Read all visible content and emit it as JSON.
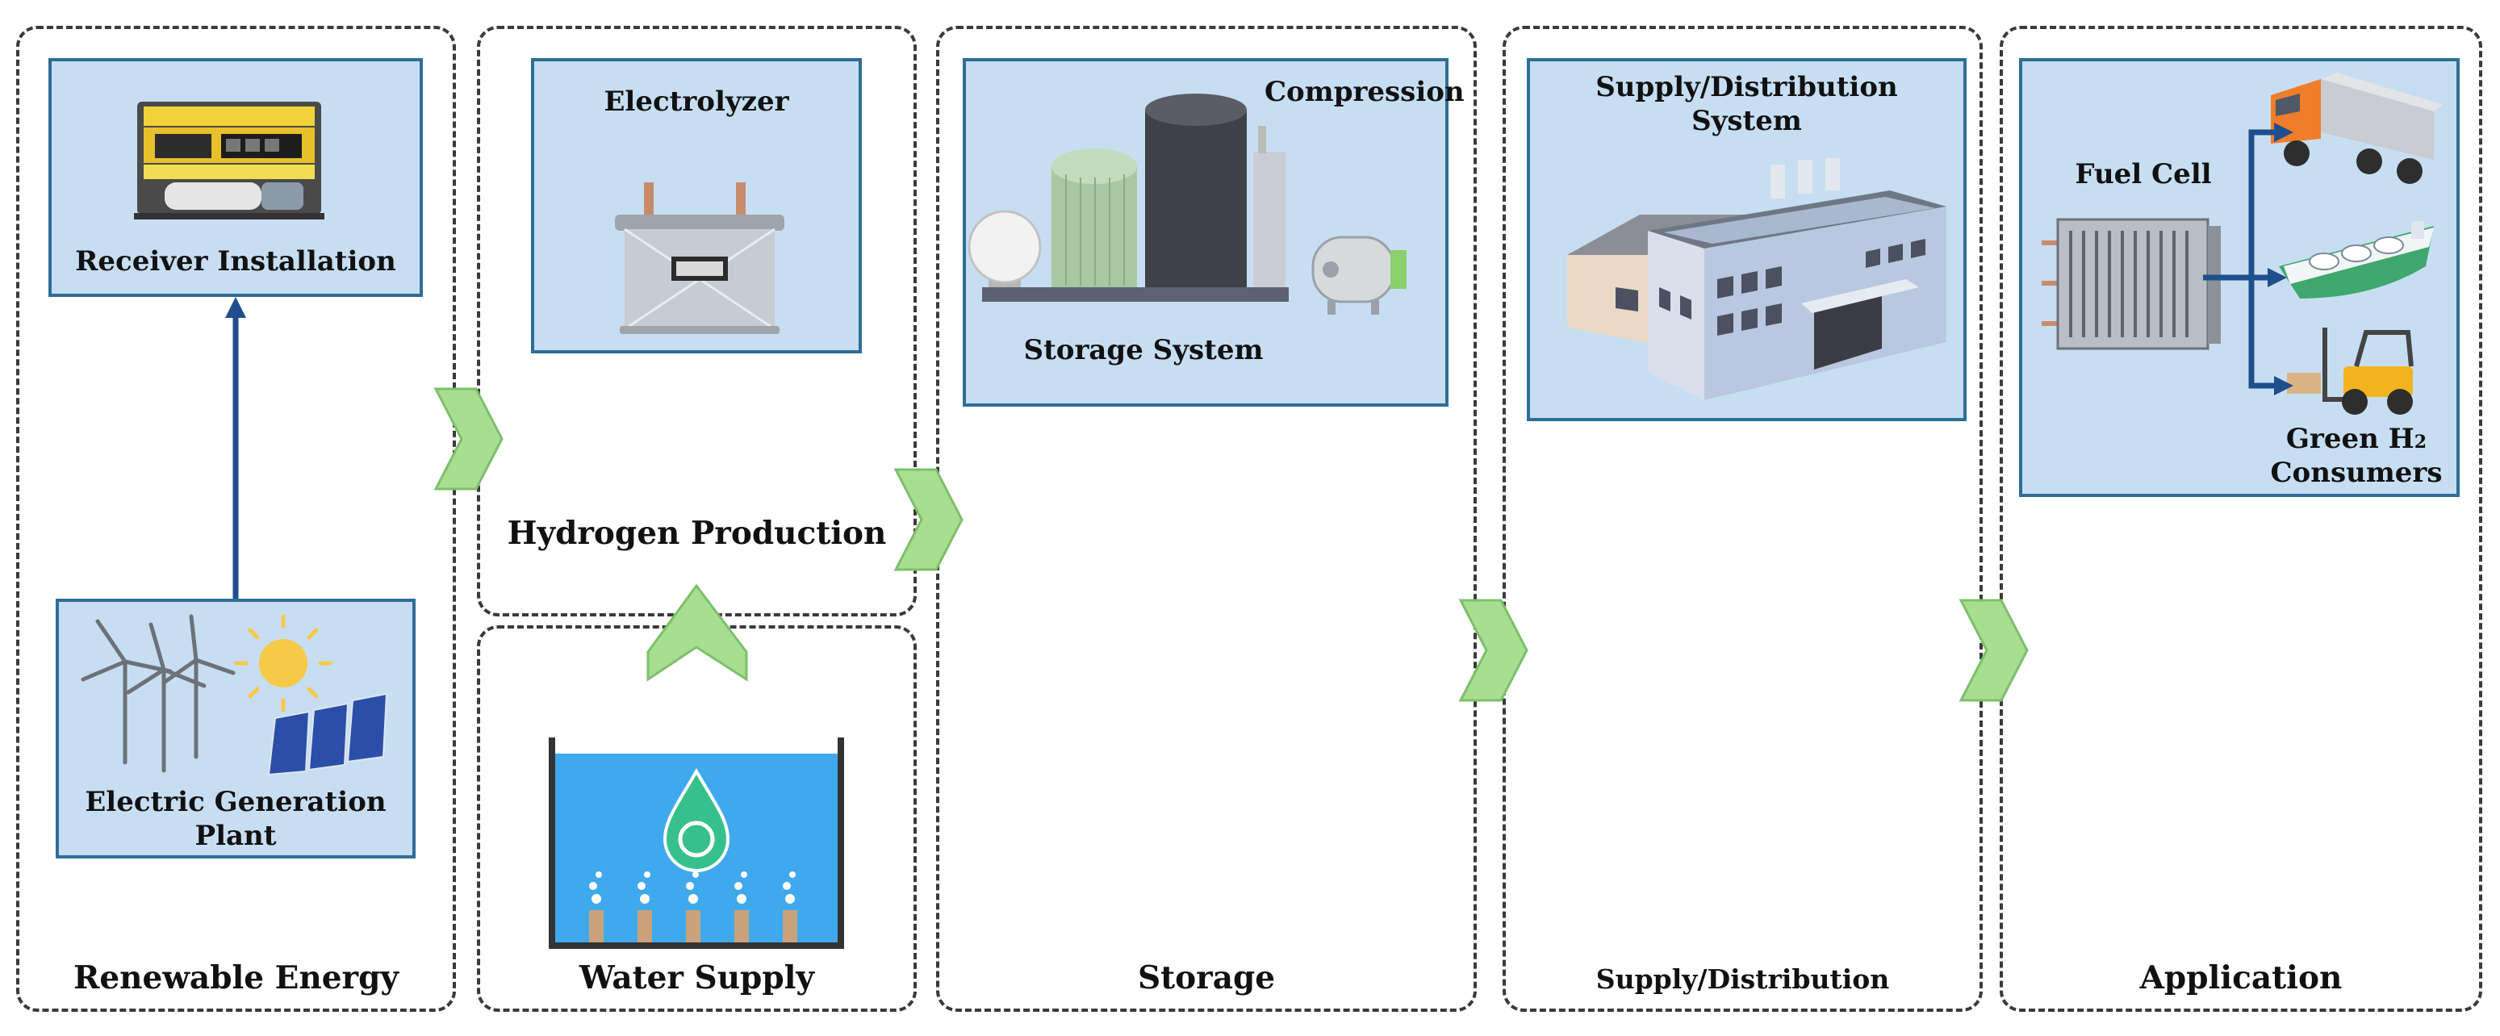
{
  "stages": {
    "renewable": "Renewable Energy",
    "hydrogen": "Hydrogen Production",
    "water": "Water Supply",
    "storage": "Storage",
    "distribution": "Supply/Distribution",
    "application": "Application"
  },
  "boxes": {
    "receiver": "Receiver Installation",
    "plant_line1": "Electric Generation",
    "plant_line2": "Plant",
    "electrolyzer": "Electrolyzer",
    "compression": "Compression",
    "storage_system": "Storage System",
    "supply_line1": "Supply/Distribution",
    "supply_line2": "System",
    "fuel_cell": "Fuel Cell",
    "consumers_line1": "Green H",
    "consumers_sub": "2",
    "consumers_line2": "Consumers"
  },
  "colors": {
    "box_fill": "#c7def2",
    "box_border": "#2f6e96",
    "arrow_fill": "#9fda8c",
    "connector": "#1f4e8c",
    "water": "#3fa9ee"
  }
}
